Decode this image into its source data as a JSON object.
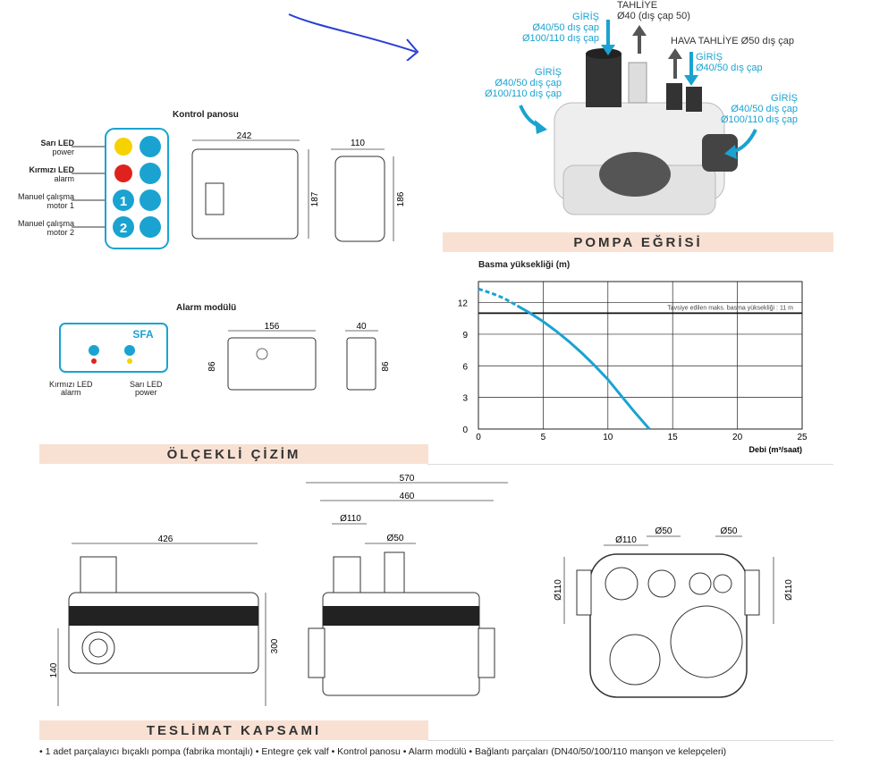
{
  "headings": {
    "pompa_egrisi": "POMPA EĞRİSİ",
    "olcekli_cizim": "ÖLÇEKLİ ÇİZİM",
    "teslimat_kapsami": "TESLİMAT KAPSAMI"
  },
  "product_labels": {
    "giris1": [
      "GİRİŞ",
      "Ø40/50 dış çap",
      "Ø100/110 dış çap"
    ],
    "tahliye": [
      "TAHLİYE",
      "Ø40 (dış çap 50)"
    ],
    "hava": "HAVA TAHLİYE Ø50 dış çap",
    "giris2": [
      "GİRİŞ",
      "Ø40/50 dış çap"
    ],
    "giris3": [
      "GİRİŞ",
      "Ø40/50 dış çap",
      "Ø100/110 dış çap"
    ],
    "giris4": [
      "GİRİŞ",
      "Ø40/50 dış çap",
      "Ø100/110 dış çap"
    ]
  },
  "control_panel": {
    "title": "Kontrol panosu",
    "legend": [
      {
        "name": "Sarı LED",
        "sub": "power"
      },
      {
        "name": "Kırmızı LED",
        "sub": "alarm"
      },
      {
        "name": "Manuel çalışma",
        "sub": "motor 1"
      },
      {
        "name": "Manuel çalışma",
        "sub": "motor 2"
      }
    ],
    "btn1": "1",
    "btn2": "2",
    "dims": {
      "w": "242",
      "h": "187",
      "d": "110",
      "h2": "186"
    }
  },
  "alarm_module": {
    "title": "Alarm modülü",
    "brand": "SFA",
    "led1": [
      "Kırmızı LED",
      "alarm"
    ],
    "led2": [
      "Sarı LED",
      "power"
    ],
    "dims": {
      "w": "156",
      "h": "86",
      "d": "40",
      "h2": "86"
    }
  },
  "chart_data": {
    "type": "line",
    "title": "Basma yüksekliği (m)",
    "xlabel": "Debi (m³/saat)",
    "ylabel": "Basma yüksekliği (m)",
    "xlim": [
      0,
      25
    ],
    "ylim": [
      0,
      14
    ],
    "x_ticks": [
      "0",
      "5",
      "10",
      "15",
      "20",
      "25"
    ],
    "y_ticks": [
      "0",
      "3",
      "6",
      "9",
      "12"
    ],
    "annotation": "Tavsiye edilen maks. basma yüksekliği : 11 m",
    "reference_line": 11,
    "series": [
      {
        "x": [
          0,
          1,
          2,
          3,
          4,
          5,
          6,
          7,
          8,
          9,
          10,
          11,
          12,
          13.2
        ],
        "y": [
          13.3,
          12.9,
          12.4,
          11.7,
          11.0,
          10.2,
          9.3,
          8.3,
          7.2,
          6.0,
          4.7,
          3.2,
          1.7,
          0
        ]
      }
    ]
  },
  "drawings": {
    "d426": "426",
    "d140": "140",
    "d300": "300",
    "d570": "570",
    "d460": "460",
    "d110a": "Ø110",
    "d50a": "Ø50",
    "d110b": "Ø110",
    "d50b": "Ø50",
    "d50c": "Ø50",
    "d110c": "Ø110",
    "d110d": "Ø110"
  },
  "delivery": "• 1 adet parçalayıcı bıçaklı pompa (fabrika montajlı) • Entegre çek valf • Kontrol panosu • Alarm modülü • Bağlantı parçaları (DN40/50/100/110 manşon ve kelepçeleri)"
}
